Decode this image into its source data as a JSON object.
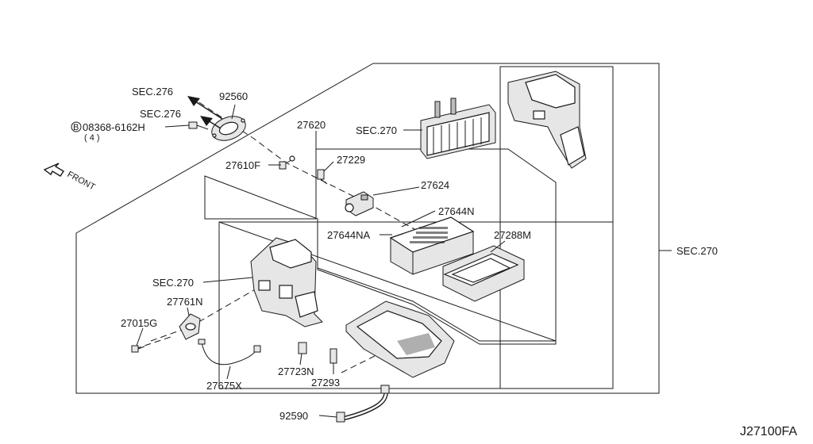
{
  "parts": {
    "sec276_upper": "SEC.276",
    "sec276_lower": "SEC.276",
    "p92560": "92560",
    "p08368": "08368-6162H",
    "p08368_qty": "( 4 )",
    "p08368_prefix": "B",
    "p27620": "27620",
    "sec270_top": "SEC.270",
    "p27610f": "27610F",
    "p27229": "27229",
    "p27624": "27624",
    "p27644n": "27644N",
    "p27644na": "27644NA",
    "p27288m": "27288M",
    "sec270_right": "SEC.270",
    "sec270_left": "SEC.270",
    "p27761n": "27761N",
    "p27015g": "27015G",
    "p27723n": "27723N",
    "p27293": "27293",
    "p27675x": "27675X",
    "p92590": "92590"
  },
  "front_label": "FRONT",
  "diagram_ref": "J27100FA"
}
